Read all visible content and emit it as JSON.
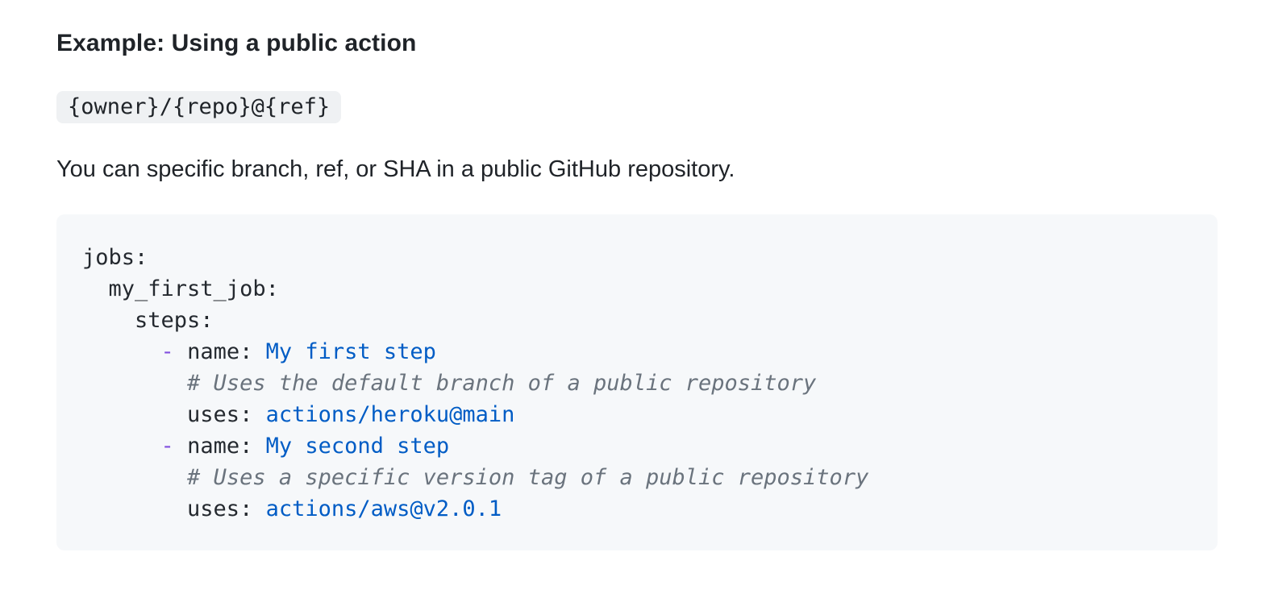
{
  "heading": "Example: Using a public action",
  "inline_code": "{owner}/{repo}@{ref}",
  "paragraph": "You can specific branch, ref, or SHA in a public GitHub repository.",
  "code_block": {
    "language": "yaml",
    "lines": [
      [
        {
          "t": "jobs:",
          "c": "plain"
        }
      ],
      [
        {
          "t": "  my_first_job:",
          "c": "plain"
        }
      ],
      [
        {
          "t": "    steps:",
          "c": "plain"
        }
      ],
      [
        {
          "t": "      ",
          "c": "plain"
        },
        {
          "t": "-",
          "c": "punct"
        },
        {
          "t": " name: ",
          "c": "plain"
        },
        {
          "t": "My first step",
          "c": "string"
        }
      ],
      [
        {
          "t": "        ",
          "c": "plain"
        },
        {
          "t": "# Uses the default branch of a public repository",
          "c": "comment"
        }
      ],
      [
        {
          "t": "        uses: ",
          "c": "plain"
        },
        {
          "t": "actions/heroku@main",
          "c": "string"
        }
      ],
      [
        {
          "t": "      ",
          "c": "plain"
        },
        {
          "t": "-",
          "c": "punct"
        },
        {
          "t": " name: ",
          "c": "plain"
        },
        {
          "t": "My second step",
          "c": "string"
        }
      ],
      [
        {
          "t": "        ",
          "c": "plain"
        },
        {
          "t": "# Uses a specific version tag of a public repository",
          "c": "comment"
        }
      ],
      [
        {
          "t": "        uses: ",
          "c": "plain"
        },
        {
          "t": "actions/aws@v2.0.1",
          "c": "string"
        }
      ]
    ]
  },
  "colors": {
    "text": "#1f2328",
    "code_plain": "#24292f",
    "code_string": "#005cc5",
    "code_comment": "#6a737d",
    "code_punct": "#8250df",
    "code_bg": "#f6f8fa",
    "inline_code_bg": "#eff1f3",
    "page_bg": "#ffffff"
  }
}
